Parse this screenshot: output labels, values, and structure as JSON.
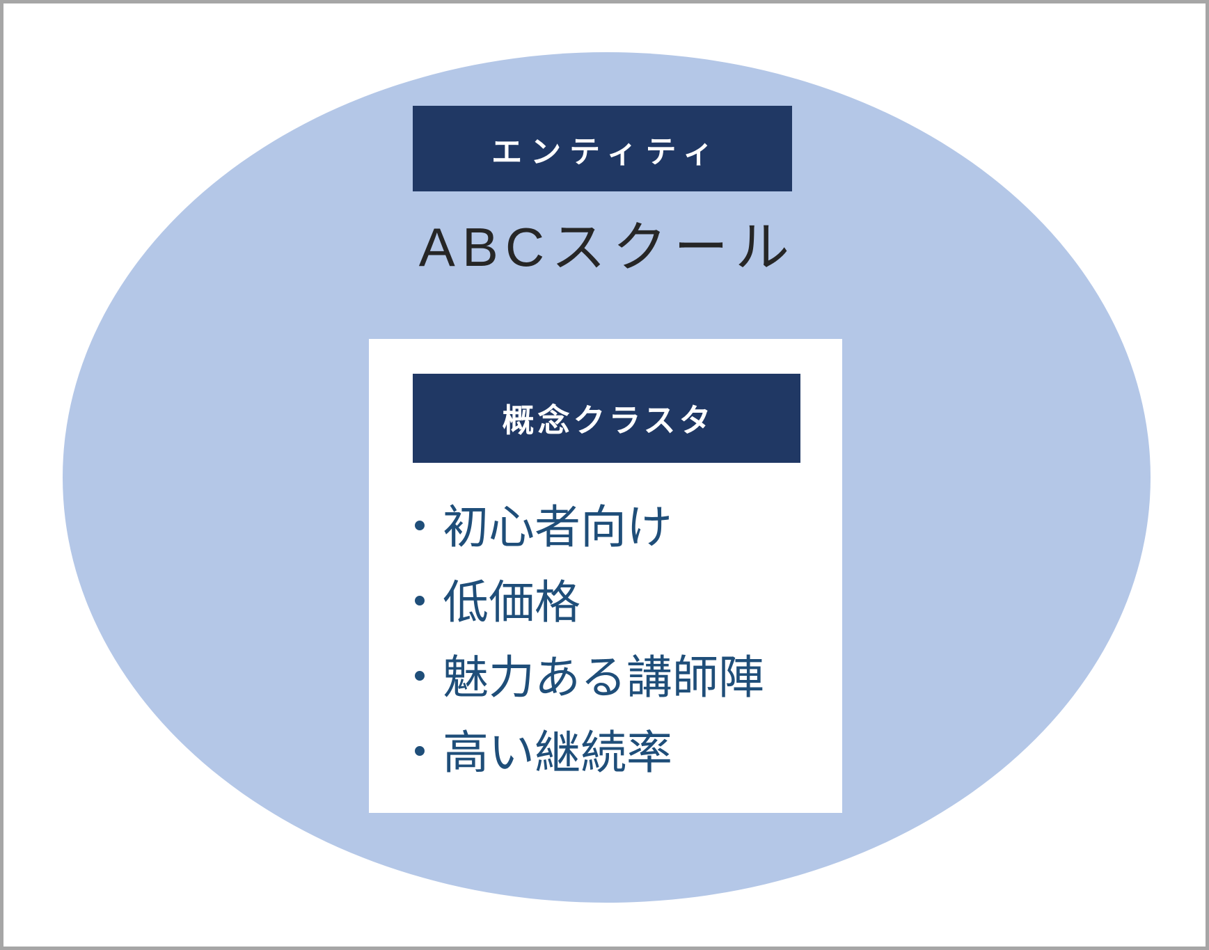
{
  "page": {
    "background_color": "#ffffff",
    "border_color": "#a6a6a6"
  },
  "entity": {
    "ellipse_color": "#b4c7e7",
    "header_label": "エンティティ",
    "header_bg": "#203864",
    "header_text_color": "#ffffff",
    "name": "ABCスクール",
    "name_color": "#262626"
  },
  "cluster": {
    "card_bg": "#ffffff",
    "header_label": "概念クラスタ",
    "header_bg": "#203864",
    "header_text_color": "#ffffff",
    "text_color": "#1f4e79",
    "bullet": "・",
    "items": [
      "初心者向け",
      "低価格",
      "魅力ある講師陣",
      "高い継続率"
    ]
  }
}
